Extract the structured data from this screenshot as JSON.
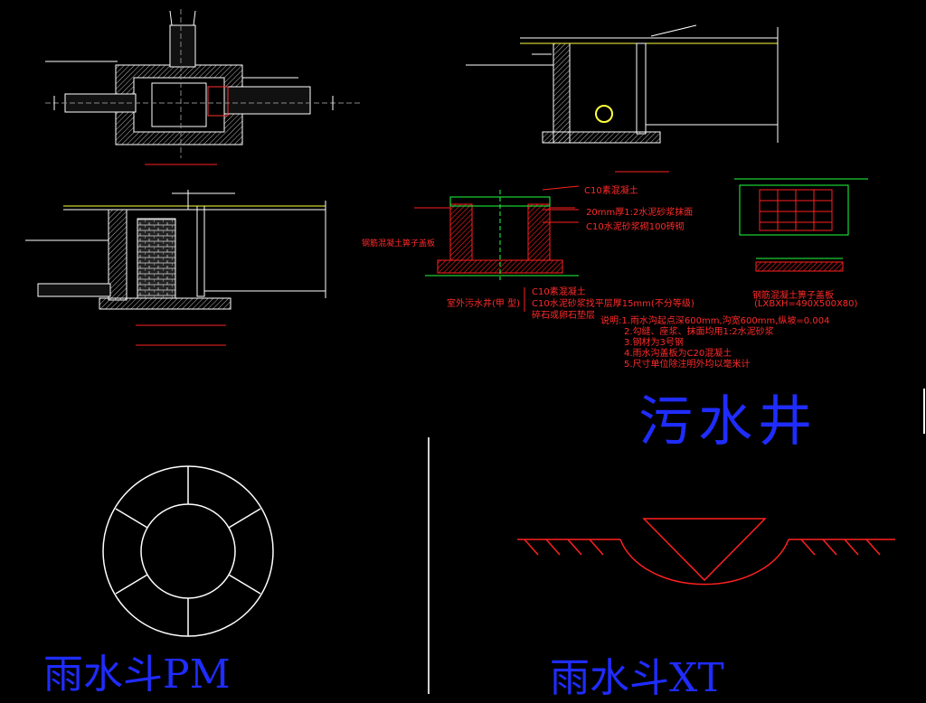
{
  "titles": {
    "sewage_well": "污水井",
    "rain_pm": "雨水斗PM",
    "rain_xt": "雨水斗XT"
  },
  "section": {
    "c10_concrete": "C10素混凝土",
    "mortar_20": "20mm厚1:2水泥砂浆抹面",
    "c10_block": "C10水泥砂浆砌100砖砌",
    "rebar_cover": "钢筋混凝土箅子盖板",
    "caption": "室外污水井(甲 型)",
    "c10_bottom": "C10素混凝土",
    "c10_cushion": "C10水泥砂浆找平层厚15mm(不分等级)",
    "gravel": "碎石或卵石垫层"
  },
  "grate": {
    "caption": "钢筋混凝土箅子盖板",
    "dims": "(LXBXH=490X500X80)"
  },
  "notes": [
    "说明:1.雨水沟起点深600mm,沟宽600mm,纵坡=0.004",
    "2.勾缝、座浆、抹面均用1:2水泥砂浆",
    "3.钢材为3号钢",
    "4.雨水沟盖板为C20混凝土",
    "5.尺寸单位除注明外均以毫米计"
  ],
  "colors": {
    "background": "#000000",
    "line_white": "#ffffff",
    "line_red": "#ff2020",
    "line_green": "#20ff40",
    "line_yellow": "#ffff40",
    "title_blue": "#1f2cff"
  }
}
